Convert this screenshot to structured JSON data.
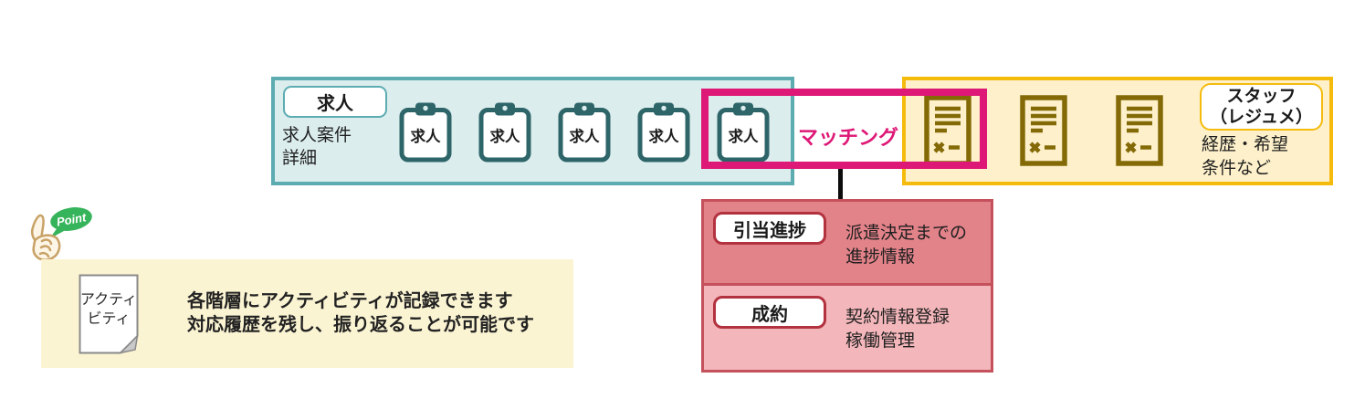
{
  "palette": {
    "teal_border": "#5CACB2",
    "teal_bg": "#DCEDEE",
    "teal_dark": "#2E6569",
    "amber_border": "#F5BB0C",
    "cream_bg": "#FDF0CA",
    "doc_brown": "#846A07",
    "pink": "#DE1876",
    "red_border": "#C4515B",
    "red_top_bg": "#E28289",
    "red_bottom_bg": "#F3B6BA",
    "red_label_border": "#B2333F",
    "yellow_bg": "#FBF4D3",
    "green_badge": "#36B45B",
    "hand_tan": "#C8A266",
    "text": "#222222"
  },
  "jobs_box": {
    "label": "求人",
    "description_line1": "求人案件",
    "description_line2": "詳細",
    "clipboard_label": "求人"
  },
  "matching_label": "マッチング",
  "staff_box": {
    "label_line1": "スタッフ",
    "label_line2": "（レジュメ）",
    "description_line1": "経歴・希望",
    "description_line2": "条件など"
  },
  "progress_box": {
    "section1": {
      "label": "引当進捗",
      "description_line1": "派遣決定までの",
      "description_line2": "進捗情報"
    },
    "section2": {
      "label": "成約",
      "description_line1": "契約情報登録",
      "description_line2": "稼働管理"
    }
  },
  "point_note": {
    "badge": "Point",
    "note_line1": "アクティ",
    "note_line2": "ビティ",
    "text_line1": "各階層にアクティビティが記録できます",
    "text_line2": "対応履歴を残し、振り返ることが可能です"
  }
}
